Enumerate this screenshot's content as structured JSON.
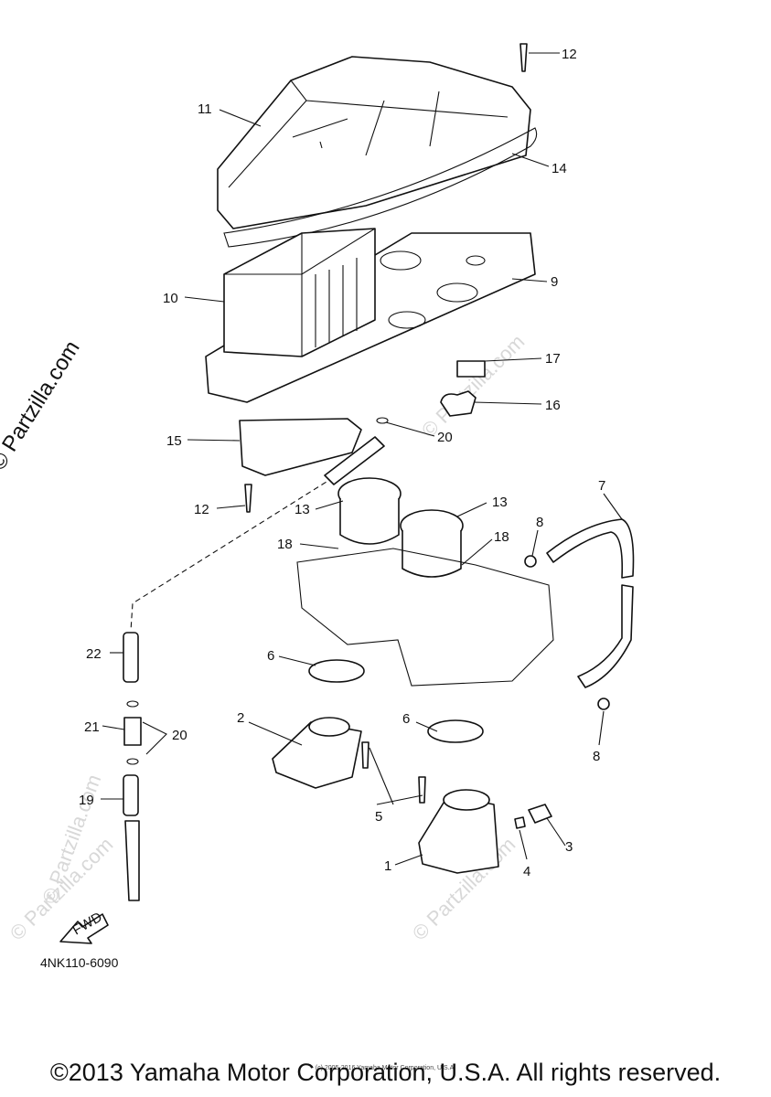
{
  "diagram_code": "4NK110-6090",
  "copyright": "©2013 Yamaha Motor Corporation, U.S.A. All rights reserved.",
  "fine_print": "(c) 2005-2016 Yamaha Motor Corporation, U.S.A.",
  "site_watermark": "© Partzilla.com",
  "watermark_faint": "© Partzilla.com",
  "fwd_label": "FWD",
  "callouts": {
    "c1": "1",
    "c2": "2",
    "c3": "3",
    "c4": "4",
    "c5": "5",
    "c6a": "6",
    "c6b": "6",
    "c7": "7",
    "c8a": "8",
    "c8b": "8",
    "c9": "9",
    "c10": "10",
    "c11": "11",
    "c12a": "12",
    "c12b": "12",
    "c13a": "13",
    "c13b": "13",
    "c14": "14",
    "c15": "15",
    "c16": "16",
    "c17": "17",
    "c18a": "18",
    "c18b": "18",
    "c19": "19",
    "c20a": "20",
    "c20b": "20",
    "c21": "21",
    "c22": "22"
  }
}
